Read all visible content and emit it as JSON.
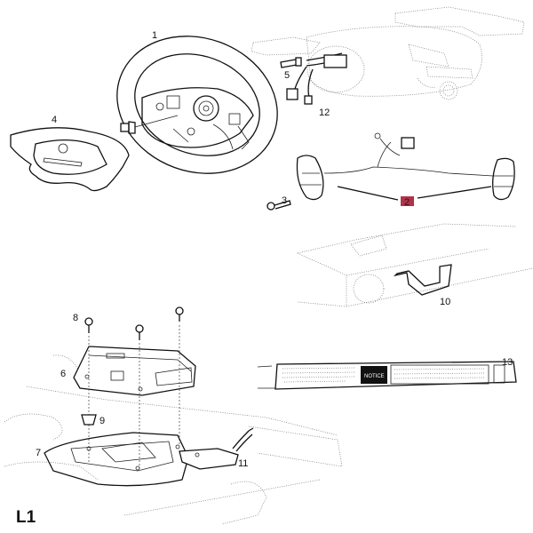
{
  "figure": {
    "label": "L1",
    "type": "exploded parts diagram"
  },
  "callouts": {
    "c1": "1",
    "c2": "2",
    "c3": "3",
    "c4": "4",
    "c5": "5",
    "c6": "6",
    "c7": "7",
    "c8": "8",
    "c9": "9",
    "c10": "10",
    "c11": "11",
    "c12": "12",
    "c13": "13"
  },
  "highlight": {
    "callout": "2",
    "color": "#b0334a"
  },
  "notice_label": {
    "word": "NOTICE",
    "left_text": "To avoid damage and possible malfunction of system, do not rotate steering shaft with shaft disconnected. See the Service Manual before disconnecting.",
    "right_text": "To help avoid damage and possible malfunction of air bag system, do not rotate steering shaft with steering shaft disconnected. See the Service Manual before disconnecting."
  }
}
